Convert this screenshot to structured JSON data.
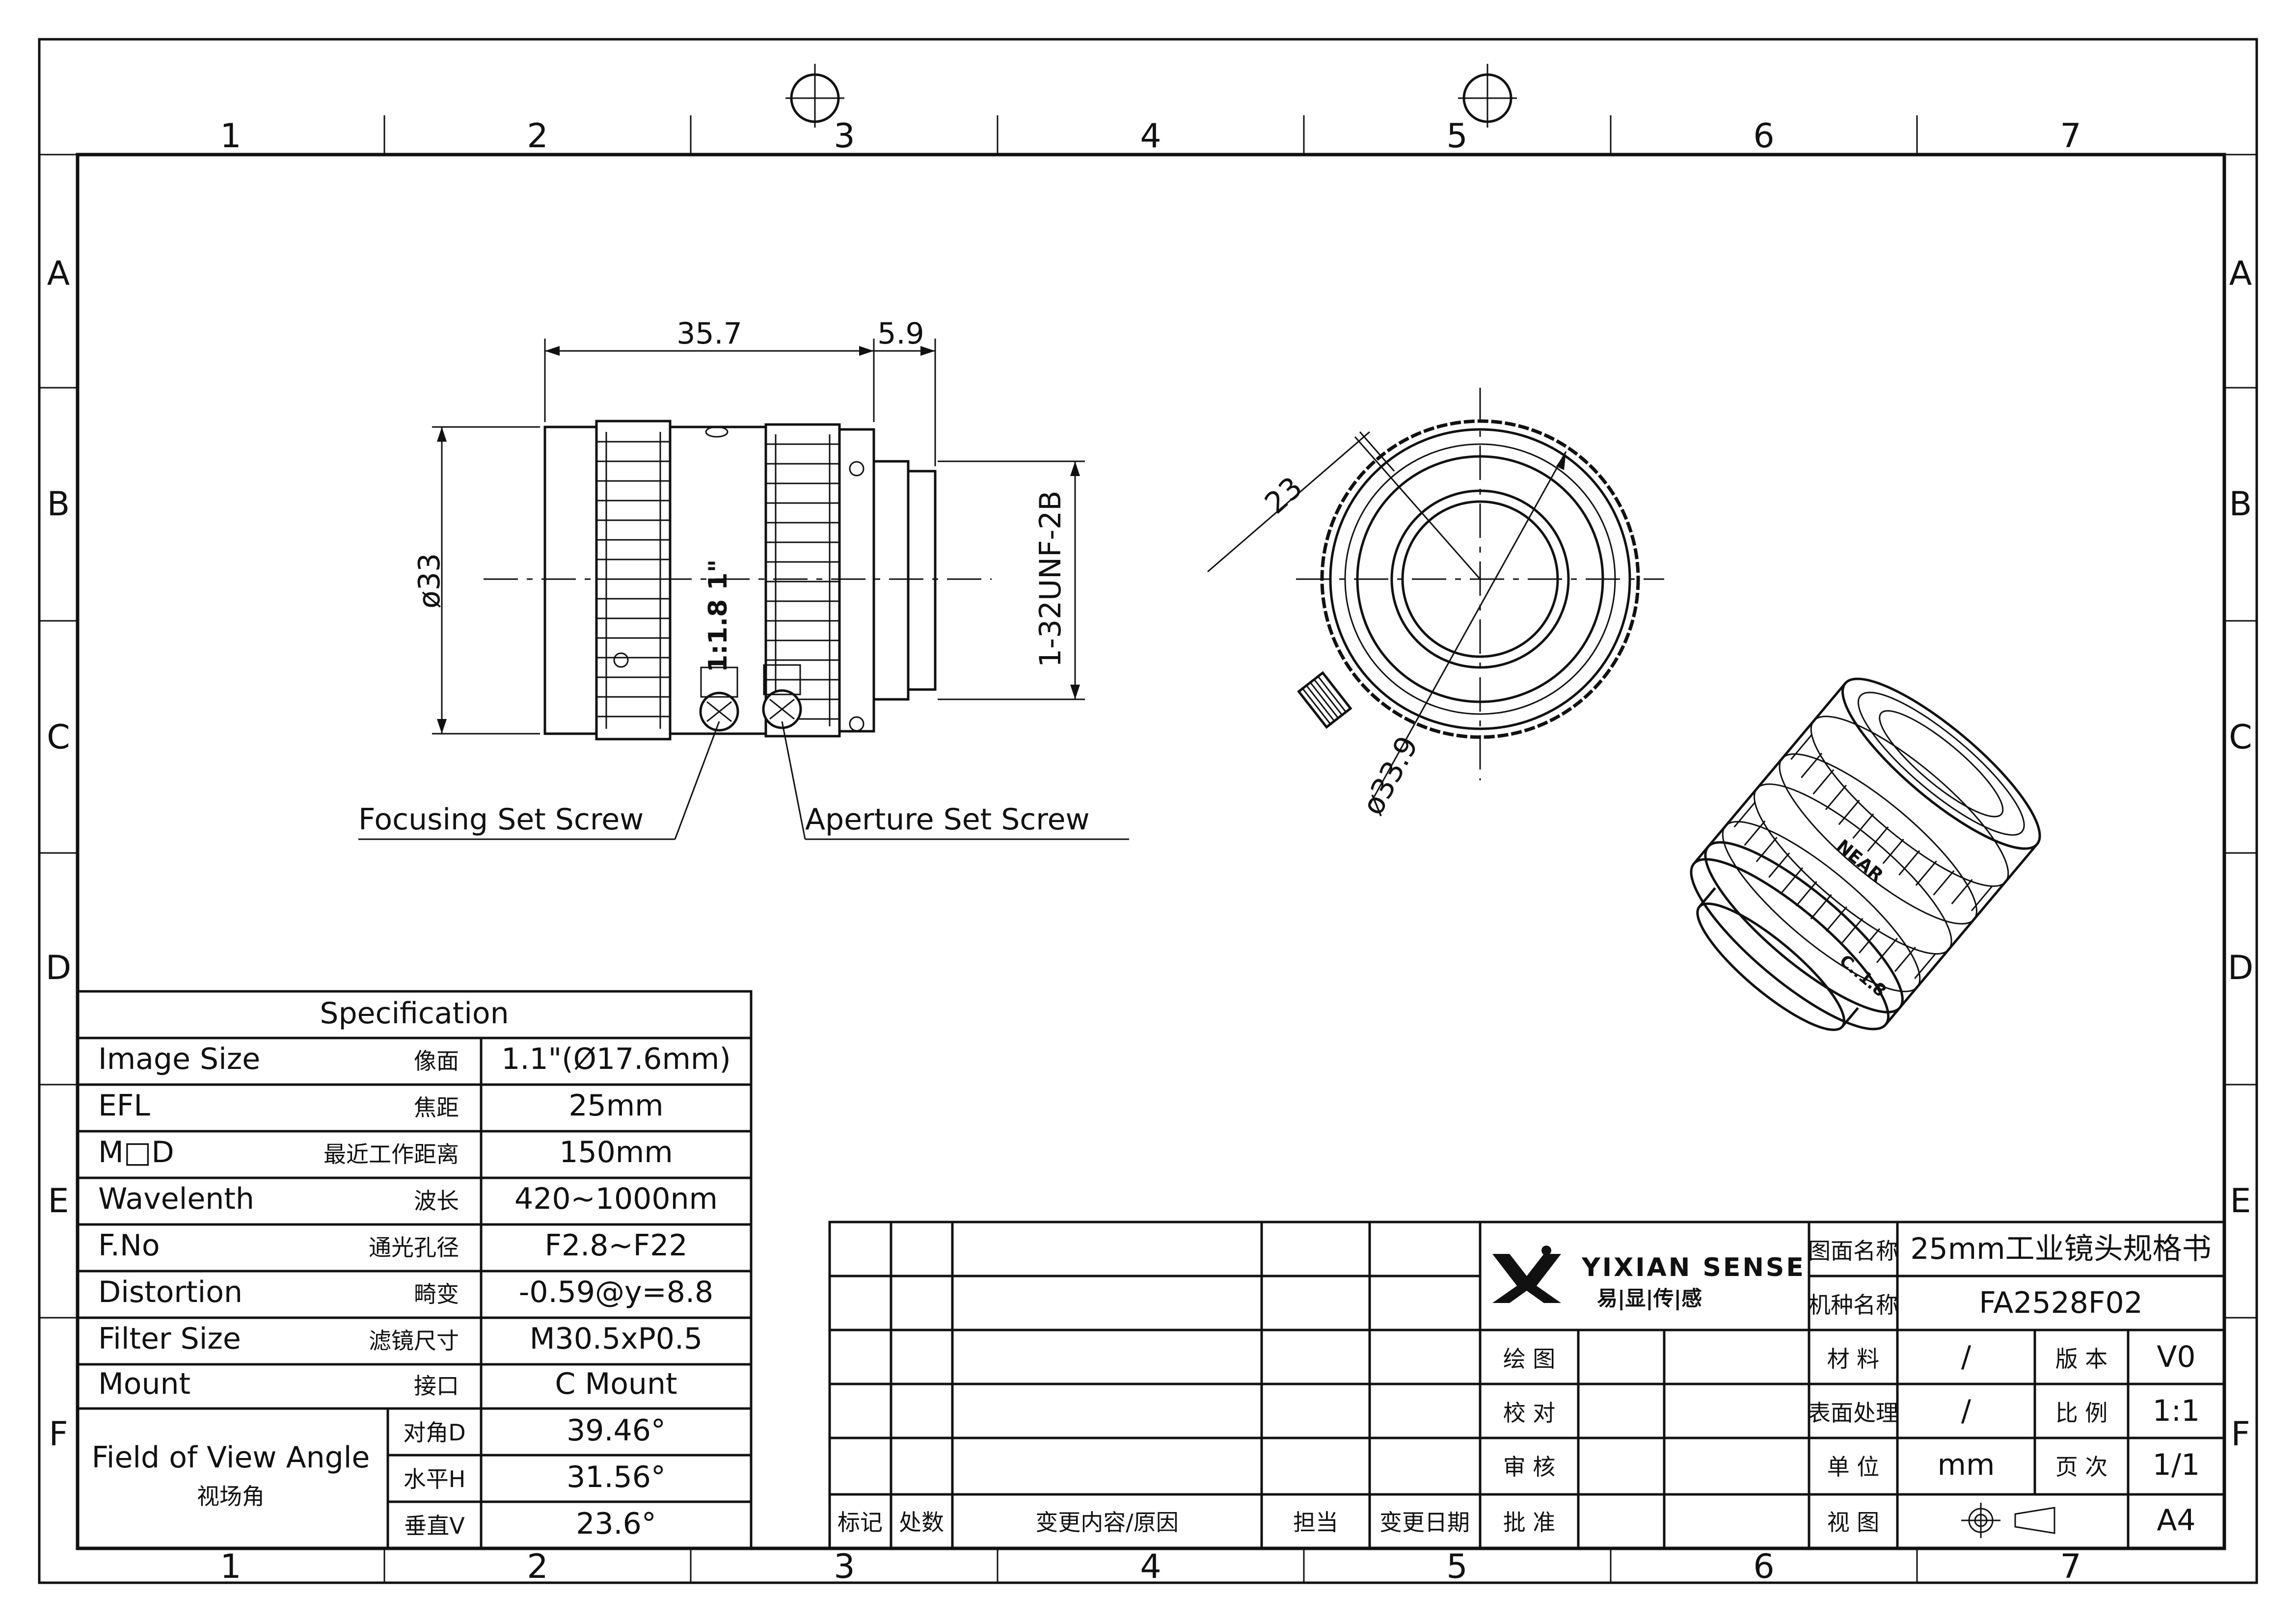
{
  "zone_columns": [
    "1",
    "2",
    "3",
    "4",
    "5",
    "6",
    "7"
  ],
  "zone_rows": [
    "A",
    "B",
    "C",
    "D",
    "E",
    "F"
  ],
  "dimensions": {
    "length": "35.7",
    "flange": "5.9",
    "diameter_side": "ø33",
    "thread": "1-32UNF-2B",
    "front_radius": "23",
    "front_diameter": "ø33.9"
  },
  "lens_markings": {
    "aperture_format": "1:1.8 1\"",
    "near": "NEAR",
    "cmount": "C..1.8"
  },
  "callouts": {
    "focusing": "Focusing Set Screw",
    "aperture": "Aperture Set Screw"
  },
  "spec": {
    "title": "Specification",
    "rows": [
      {
        "name": "Image Size",
        "cn": "像面",
        "value": "1.1\"(Ø17.6mm)"
      },
      {
        "name": "EFL",
        "cn": "焦距",
        "value": "25mm"
      },
      {
        "name": "M□D",
        "cn": "最近工作距离",
        "value": "150mm"
      },
      {
        "name": "Wavelenth",
        "cn": "波长",
        "value": "420~1000nm"
      },
      {
        "name": "F.No",
        "cn": "通光孔径",
        "value": "F2.8~F22"
      },
      {
        "name": "Distortion",
        "cn": "畸变",
        "value": "-0.59@y=8.8"
      },
      {
        "name": "Filter Size",
        "cn": "滤镜尺寸",
        "value": "M30.5xP0.5"
      },
      {
        "name": "Mount",
        "cn": "接口",
        "value": "C Mount"
      }
    ],
    "fov_name": "Field of View Angle",
    "fov_cn": "视场角",
    "fov_rows": [
      {
        "label": "对角D",
        "value": "39.46°"
      },
      {
        "label": "水平H",
        "value": "31.56°"
      },
      {
        "label": "垂直V",
        "value": "23.6°"
      }
    ]
  },
  "revision_header": {
    "mark": "标记",
    "count": "处数",
    "content": "变更内容/原因",
    "owner": "担当",
    "date": "变更日期"
  },
  "company": {
    "name": "YIXIAN SENSE",
    "cn": "易|显|传|感"
  },
  "title_block": {
    "drawing_name_label": "图面名称",
    "drawing_name": "25mm工业镜头规格书",
    "model_label": "机种名称",
    "model": "FA2528F02",
    "sign_rows": [
      "绘 图",
      "校 对",
      "审 核",
      "批 准"
    ],
    "material_label": "材 料",
    "material": "/",
    "version_label": "版 本",
    "version": "V0",
    "surface_label": "表面处理",
    "surface": "/",
    "scale_label": "比 例",
    "scale": "1:1",
    "unit_label": "单 位",
    "unit": "mm",
    "page_label": "页 次",
    "page": "1/1",
    "view_label": "视 图",
    "size": "A4"
  }
}
